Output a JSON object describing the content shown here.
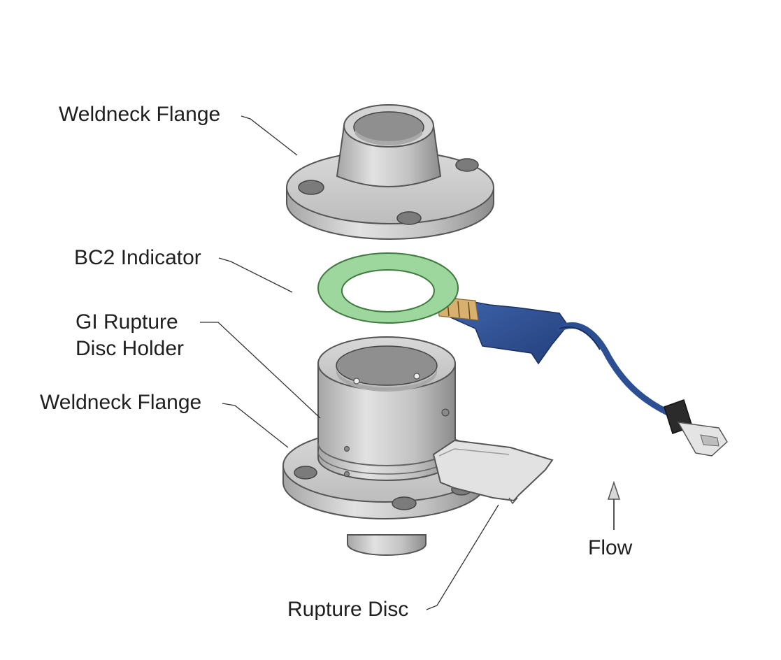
{
  "labels": {
    "top_flange": "Weldneck Flange",
    "indicator": "BC2 Indicator",
    "holder_line1": "GI Rupture",
    "holder_line2": "Disc Holder",
    "bottom_flange": "Weldneck Flange",
    "rupture_disc": "Rupture Disc",
    "flow": "Flow"
  },
  "colors": {
    "metal": "#c9c9c9",
    "metal_dark": "#8e8e8e",
    "indicator_green": "#9ed79e",
    "cable_blue": "#2c4f93"
  }
}
